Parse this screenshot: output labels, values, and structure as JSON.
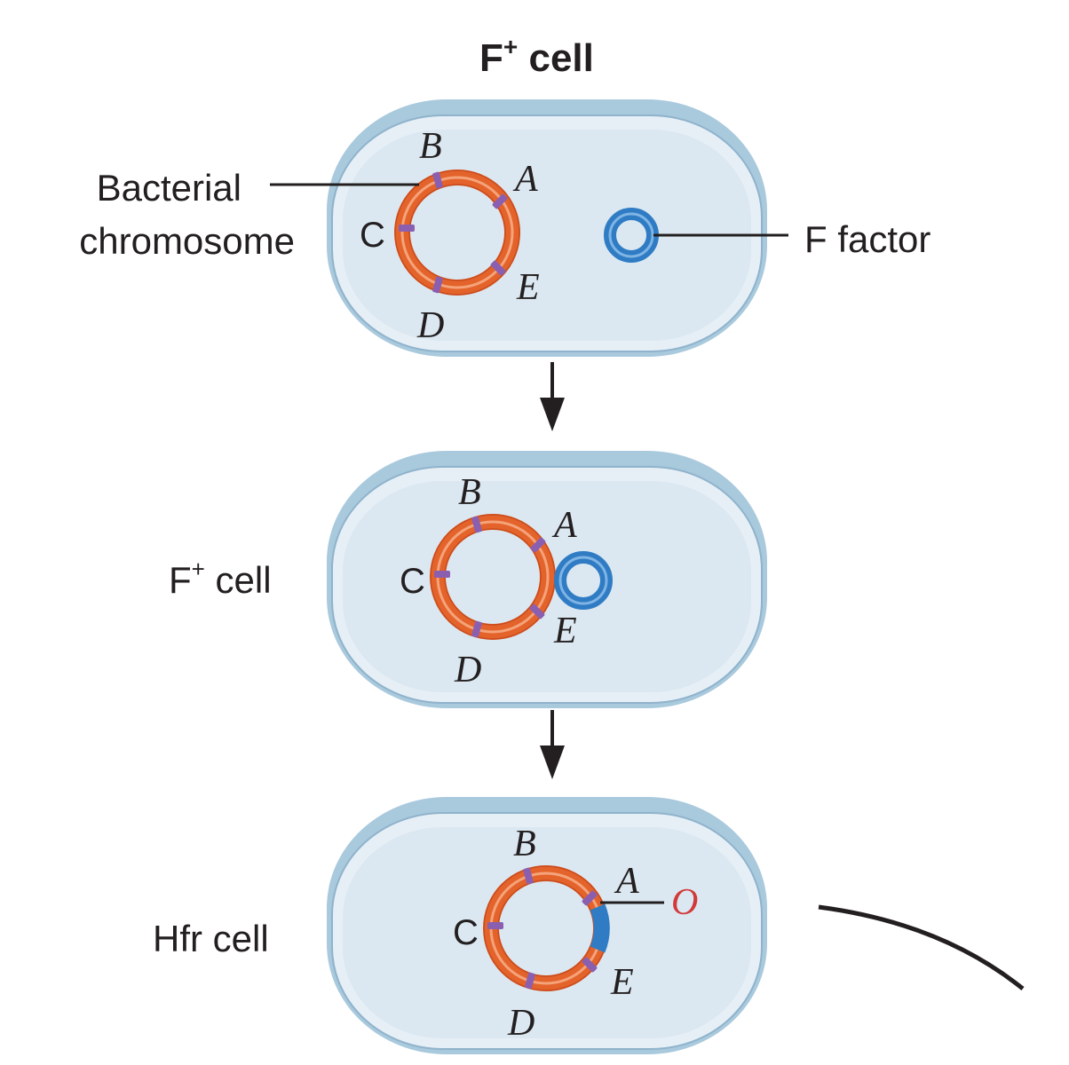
{
  "title": {
    "main": "F",
    "sup": "+",
    "rest": " cell"
  },
  "panel1": {
    "genes": {
      "A": "A",
      "B": "B",
      "C": "C",
      "D": "D",
      "E": "E"
    },
    "label_chromosome_line1": "Bacterial",
    "label_chromosome_line2": "chromosome",
    "label_ffactor": "F factor"
  },
  "panel2": {
    "genes": {
      "A": "A",
      "B": "B",
      "C": "C",
      "D": "D",
      "E": "E"
    },
    "label_main": "F",
    "label_sup": "+",
    "label_rest": " cell"
  },
  "panel3": {
    "genes": {
      "A": "A",
      "B": "B",
      "C": "C",
      "D": "D",
      "E": "E"
    },
    "label": "Hfr cell",
    "origin": "O"
  },
  "colors": {
    "cell_fill": "#dbe8f1",
    "cell_rim": "#a9c9dd",
    "chromosome": "#e4632b",
    "chromosome_light": "#f4a37a",
    "f_factor": "#2f7cc4",
    "gene_mark": "#8a5fb0",
    "origin": "#d23a3a"
  }
}
